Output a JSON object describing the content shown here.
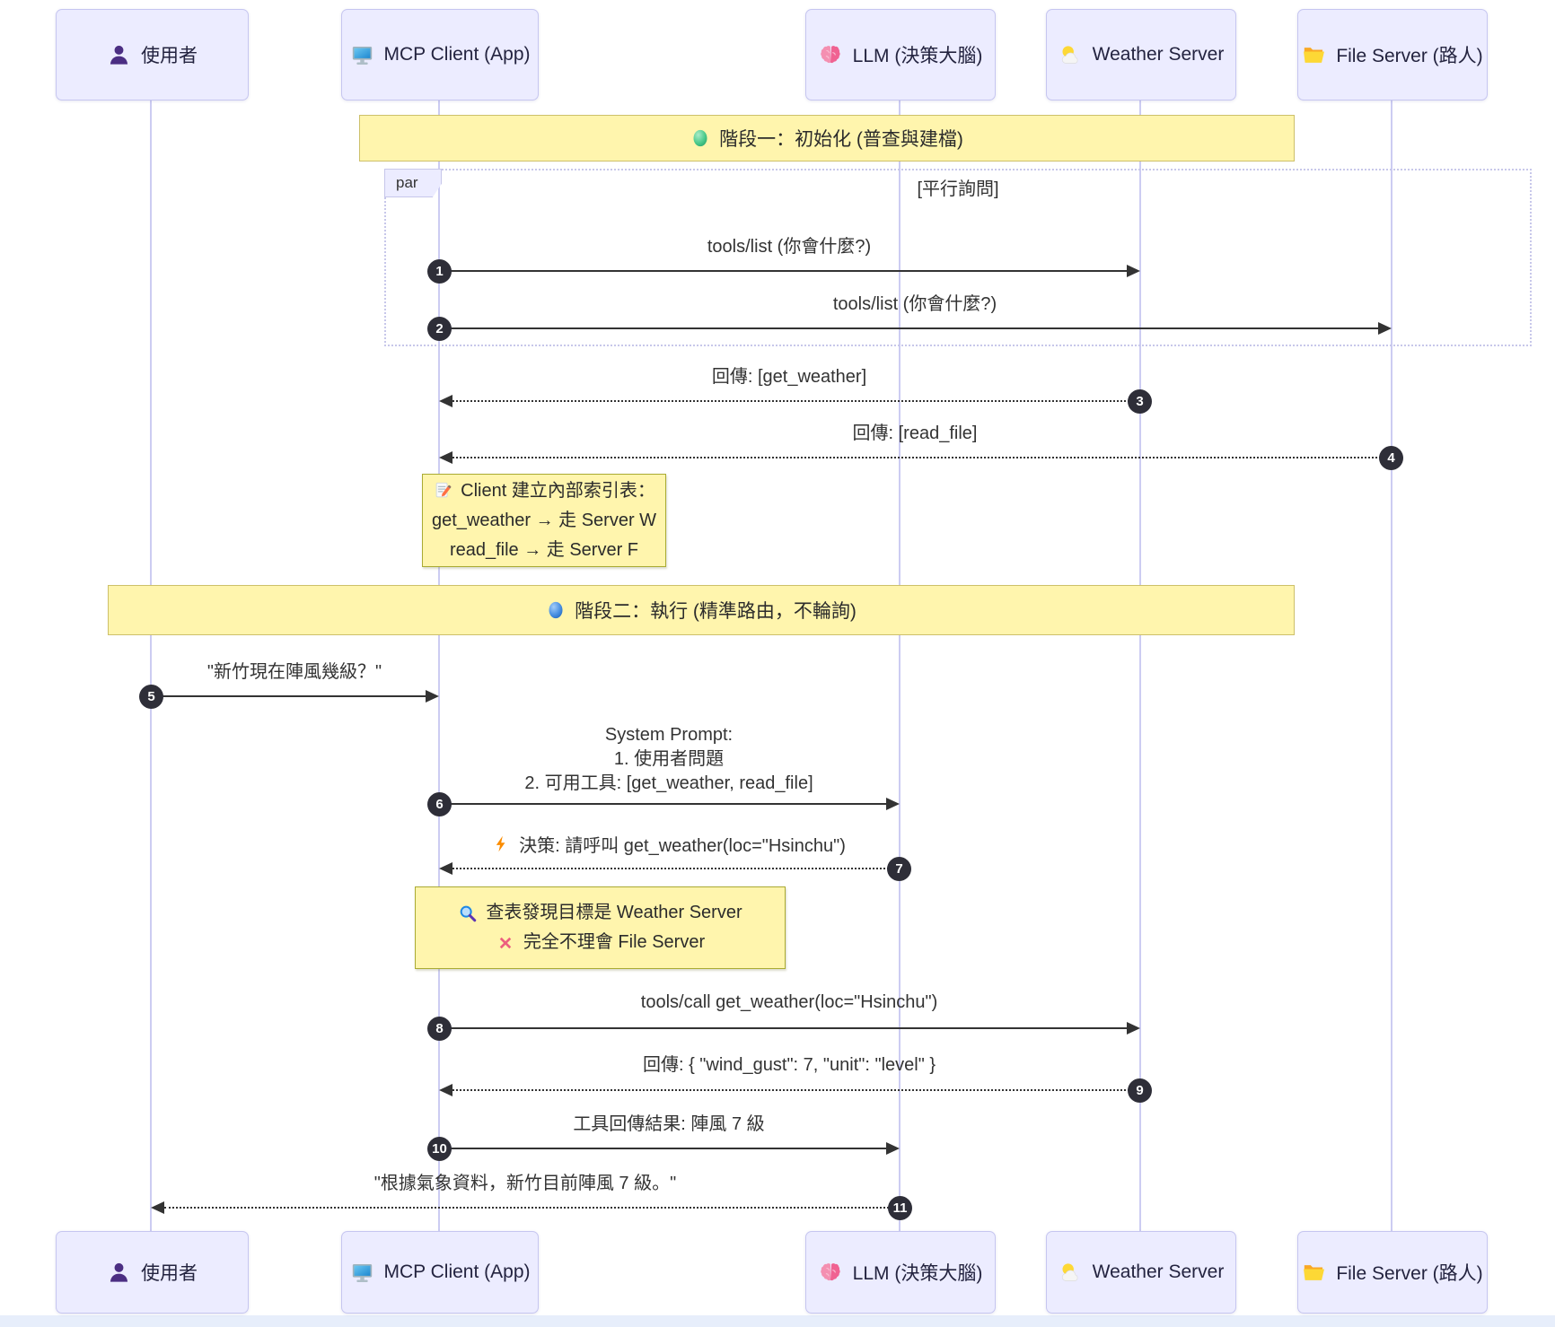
{
  "diagram": {
    "type": "sequence-diagram",
    "actors": [
      {
        "id": "user",
        "label": "使用者",
        "icon": "person-icon"
      },
      {
        "id": "mcp_client",
        "label": "MCP Client (App)",
        "icon": "monitor-icon"
      },
      {
        "id": "llm",
        "label": "LLM (決策大腦)",
        "icon": "brain-icon"
      },
      {
        "id": "weather_server",
        "label": "Weather Server",
        "icon": "sun-cloud-icon"
      },
      {
        "id": "file_server",
        "label": "File Server (路人)",
        "icon": "folder-icon"
      }
    ],
    "phase_banners": [
      {
        "icon": "green-circle-icon",
        "label": "階段一：初始化 (普查與建檔)"
      },
      {
        "icon": "blue-circle-icon",
        "label": "階段二：執行 (精準路由，不輪詢)"
      }
    ],
    "par_frame": {
      "label": "par",
      "condition": "[平行詢問]"
    },
    "messages": [
      {
        "num": "1",
        "from": "MCP Client (App)",
        "to": "Weather Server",
        "style": "solid",
        "label": "tools/list (你會什麼?)"
      },
      {
        "num": "2",
        "from": "MCP Client (App)",
        "to": "File Server (路人)",
        "style": "solid",
        "label": "tools/list (你會什麼?)"
      },
      {
        "num": "3",
        "from": "Weather Server",
        "to": "MCP Client (App)",
        "style": "dashed",
        "label": "回傳: [get_weather]"
      },
      {
        "num": "4",
        "from": "File Server (路人)",
        "to": "MCP Client (App)",
        "style": "dashed",
        "label": "回傳: [read_file]"
      },
      {
        "num": "5",
        "from": "使用者",
        "to": "MCP Client (App)",
        "style": "solid",
        "label": "\"新竹現在陣風幾級？\""
      },
      {
        "num": "6",
        "from": "MCP Client (App)",
        "to": "LLM (決策大腦)",
        "style": "solid",
        "label": "System Prompt:\n1. 使用者問題\n2. 可用工具: [get_weather, read_file]"
      },
      {
        "num": "7",
        "from": "LLM (決策大腦)",
        "to": "MCP Client (App)",
        "style": "dashed",
        "icon": "bolt-icon",
        "label": "決策: 請呼叫 get_weather(loc=\"Hsinchu\")"
      },
      {
        "num": "8",
        "from": "MCP Client (App)",
        "to": "Weather Server",
        "style": "solid",
        "label": "tools/call get_weather(loc=\"Hsinchu\")"
      },
      {
        "num": "9",
        "from": "Weather Server",
        "to": "MCP Client (App)",
        "style": "dashed",
        "label": "回傳: { \"wind_gust\": 7, \"unit\": \"level\" }"
      },
      {
        "num": "10",
        "from": "MCP Client (App)",
        "to": "LLM (決策大腦)",
        "style": "solid",
        "label": "工具回傳結果: 陣風 7 級"
      },
      {
        "num": "11",
        "from": "LLM (決策大腦)",
        "to": "使用者",
        "style": "dashed",
        "label": "\"根據氣象資料，新竹目前陣風 7 級。\""
      }
    ],
    "notes": [
      {
        "icon": "memo-icon",
        "line1": "Client 建立內部索引表：",
        "line2": "get_weather → 走 Server W",
        "line3": "read_file → 走 Server F"
      },
      {
        "icon1": "magnifier-icon",
        "line1": "查表發現目標是 Weather Server",
        "icon2": "x-icon",
        "line2": "完全不理會 File Server"
      }
    ],
    "icon_glyphs": {
      "person-icon": "👤",
      "monitor-icon": "🖥",
      "brain-icon": "🧠",
      "sun-cloud-icon": "🌤",
      "folder-icon": "📂",
      "green-circle-icon": "🟢",
      "blue-circle-icon": "🔵",
      "memo-icon": "📝",
      "magnifier-icon": "🔍",
      "x-icon": "❌",
      "bolt-icon": "⚡"
    },
    "colors": {
      "actor_fill": "#ECECFF",
      "actor_border": "#c6c6f0",
      "banner_fill": "#fff5ad",
      "note_fill": "#fff5ad",
      "note_border": "#aaaa33",
      "arrow": "#333333",
      "lifeline": "#ccccf2"
    }
  }
}
